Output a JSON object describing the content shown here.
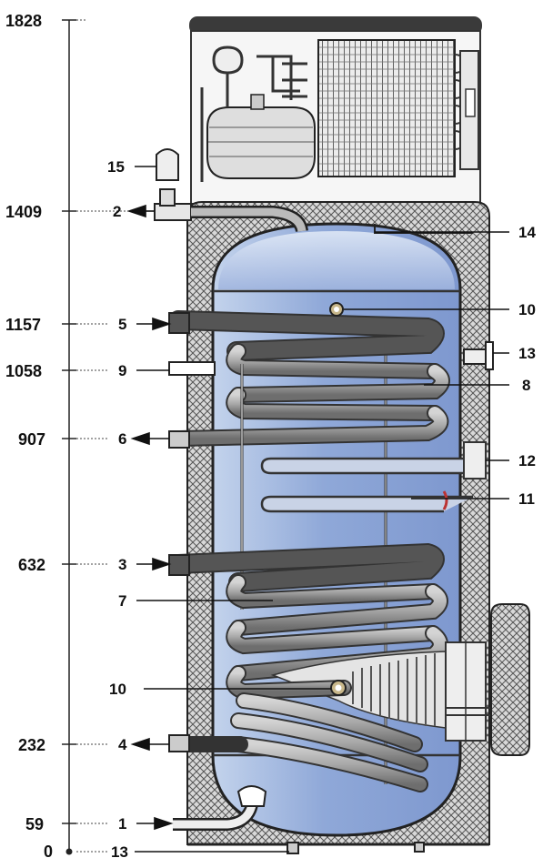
{
  "heights": [
    "1828",
    "1409",
    "1157",
    "1058",
    "907",
    "632",
    "232",
    "59",
    "0"
  ],
  "callouts": {
    "c1": "1",
    "c2": "2",
    "c3": "3",
    "c4": "4",
    "c5": "5",
    "c6": "6",
    "c7": "7",
    "c8": "8",
    "c9": "9",
    "c10_top": "10",
    "c10_bottom": "10",
    "c11": "11",
    "c12": "12",
    "c13_right": "13",
    "c13_bottom": "13",
    "c14": "14",
    "c15": "15"
  }
}
